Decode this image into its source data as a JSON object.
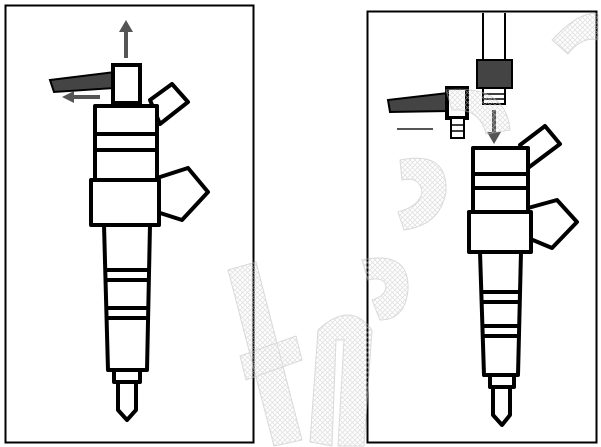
{
  "panels": [
    {
      "id": "left",
      "content": "injector-removal",
      "arrows": [
        "up",
        "left"
      ]
    },
    {
      "id": "right",
      "content": "injector-connection",
      "arrows": [
        "down"
      ]
    }
  ],
  "colors": {
    "line": "#000000",
    "fill": "#ffffff",
    "arrow": "#555555",
    "connector": "#444444",
    "watermark": "#c8c8c8"
  },
  "icons": [
    "arrow-up-icon",
    "arrow-left-icon",
    "arrow-down-icon"
  ]
}
